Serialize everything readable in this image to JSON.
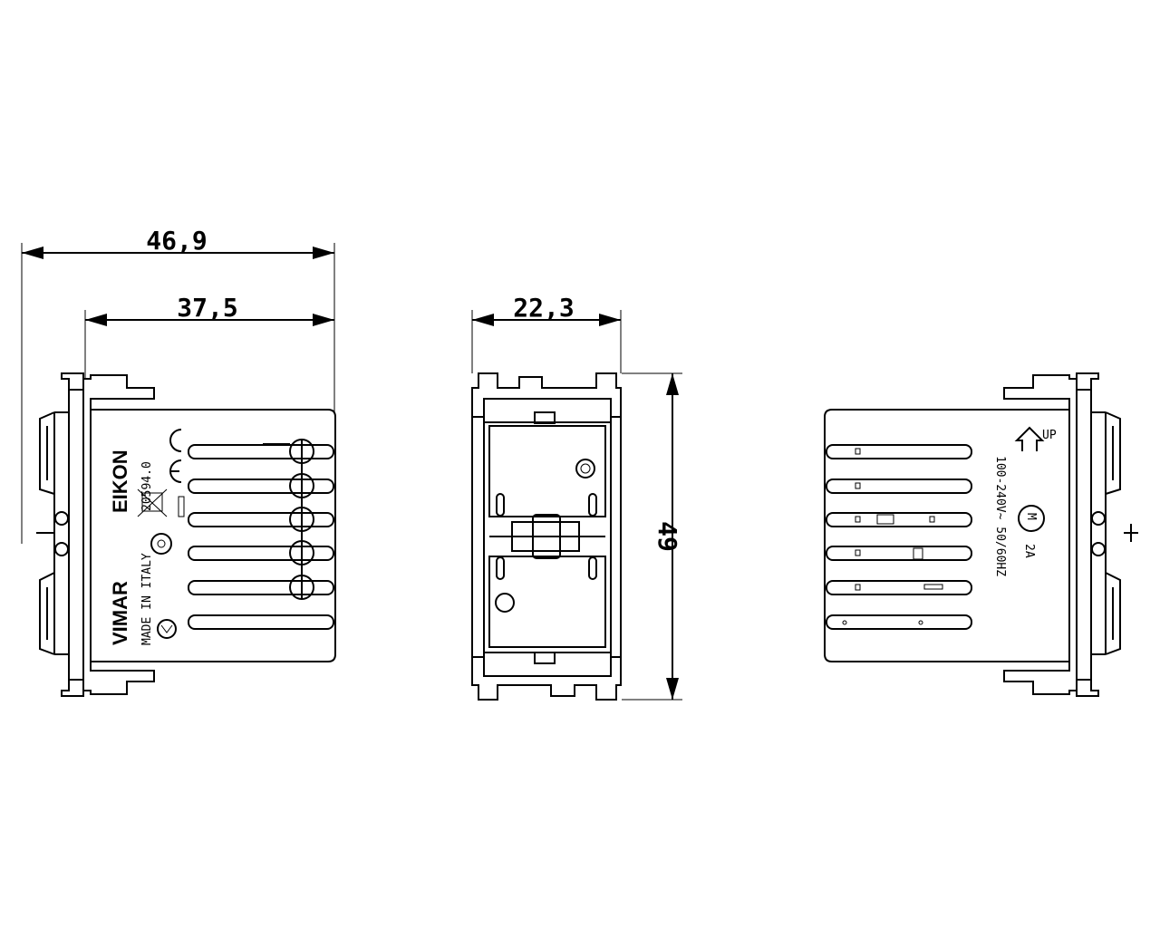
{
  "dimensions": {
    "overall_width": "46,9",
    "body_width": "37,5",
    "front_width": "22,3",
    "height": "49"
  },
  "left_view": {
    "brand": "VIMAR",
    "series": "EIKON",
    "code": "20594.0",
    "origin": "MADE IN ITALY"
  },
  "right_view": {
    "orientation": "UP",
    "rating": "100-240V~ 50/60HZ",
    "current": "2A",
    "motor_symbol": "M"
  }
}
